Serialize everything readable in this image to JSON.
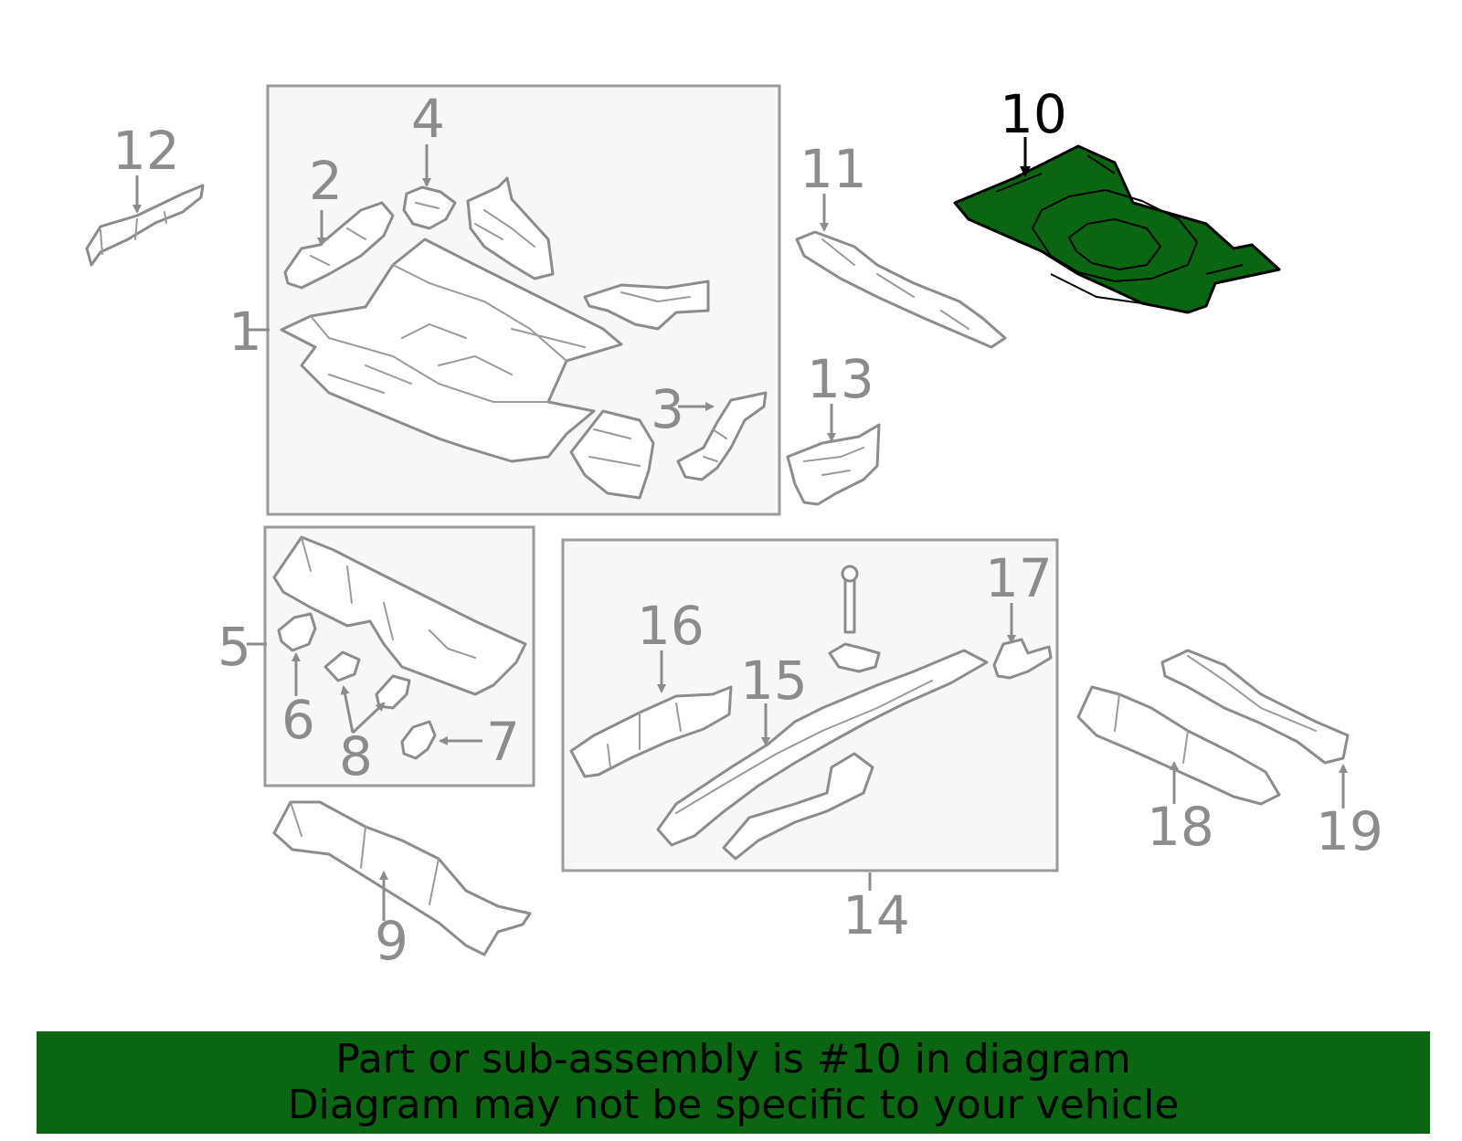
{
  "diagram": {
    "highlight_color": "#0b6612",
    "highlighted_part": "10",
    "labels": {
      "p1": "1",
      "p2": "2",
      "p3": "3",
      "p4": "4",
      "p5": "5",
      "p6": "6",
      "p7": "7",
      "p8": "8",
      "p9": "9",
      "p10": "10",
      "p11": "11",
      "p12": "12",
      "p13": "13",
      "p14": "14",
      "p15": "15",
      "p16": "16",
      "p17": "17",
      "p18": "18",
      "p19": "19"
    }
  },
  "banner": {
    "line1": "Part or sub-assembly is #10 in diagram",
    "line2": "Diagram may not be specific to your vehicle",
    "background": "#0b6612"
  }
}
